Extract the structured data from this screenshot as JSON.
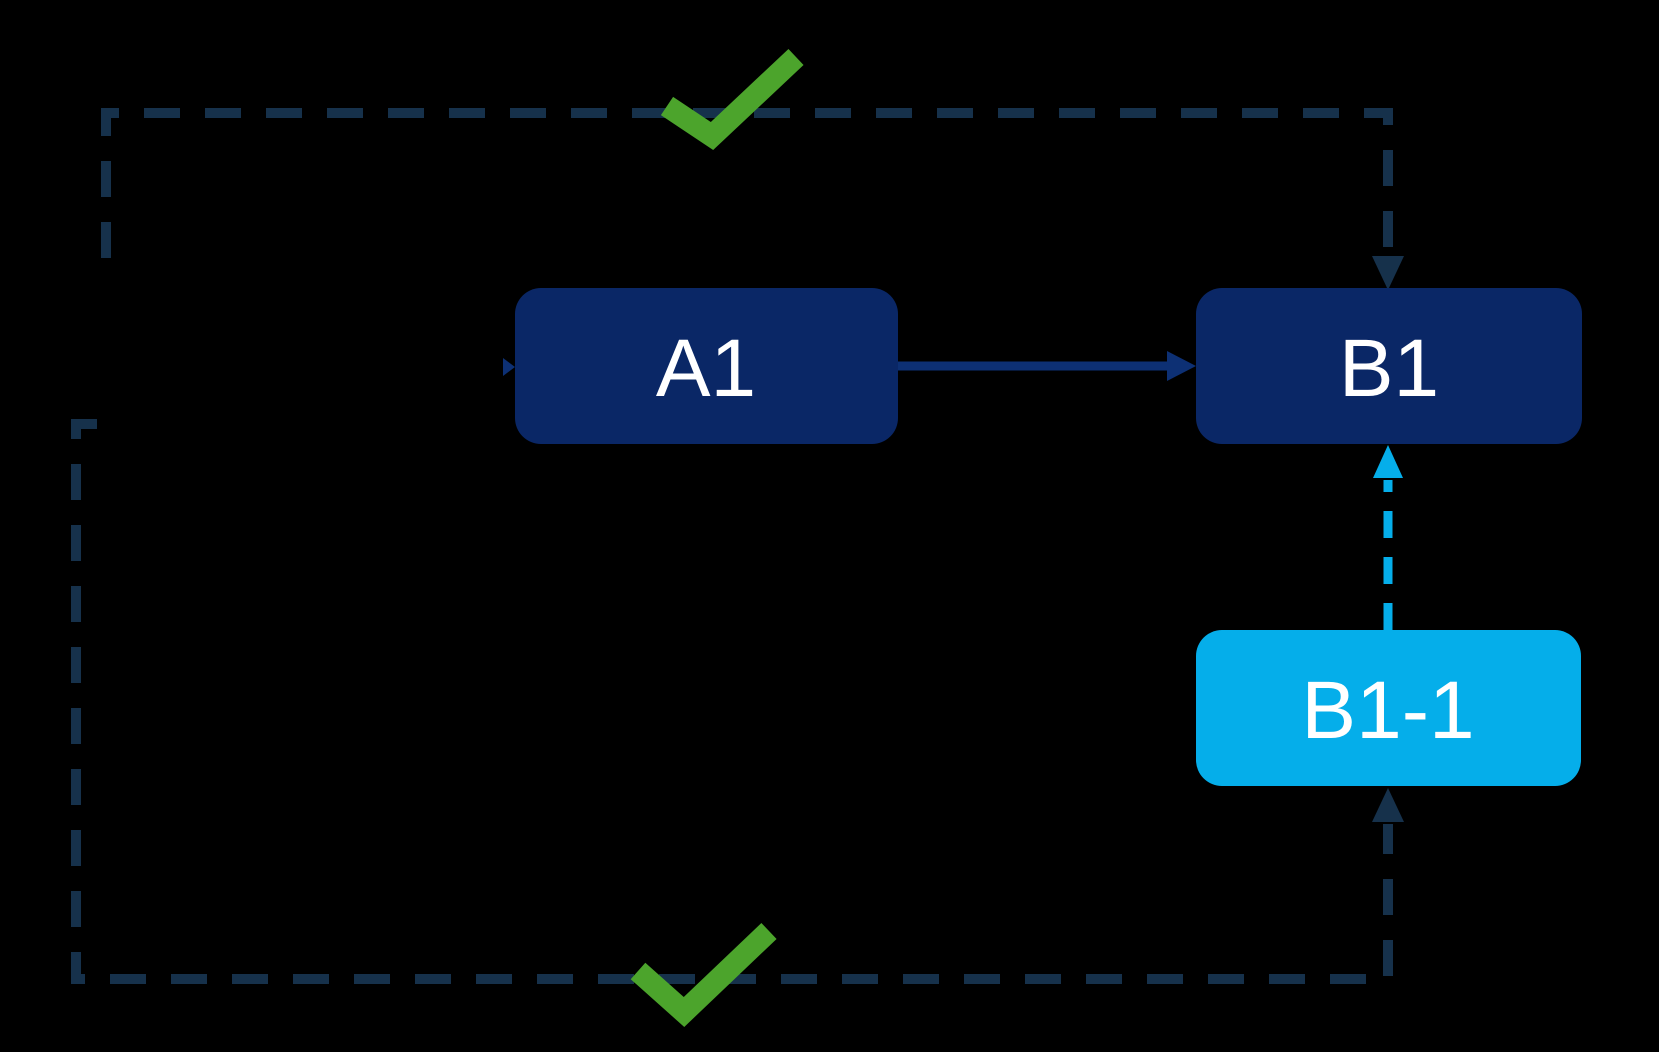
{
  "diagram": {
    "background": "#000000",
    "colors": {
      "node_navy": "#0A2766",
      "node_cyan": "#05AEEA",
      "dashed_loop": "#16314B",
      "solid_arrow": "#0D3074",
      "check_green": "#4CA42C",
      "label_text": "#FFFFFF"
    },
    "nodes": [
      {
        "id": "A1",
        "label": "A1",
        "variant": "navy"
      },
      {
        "id": "B1",
        "label": "B1",
        "variant": "navy"
      },
      {
        "id": "B1-1",
        "label": "B1-1",
        "variant": "cyan"
      }
    ],
    "connectors": [
      {
        "name": "a1-to-b1",
        "style": "solid-arrow",
        "from": "A1",
        "to": "B1"
      },
      {
        "name": "b1-1-to-b1",
        "style": "dashed-arrow",
        "from": "B1-1",
        "to": "B1"
      },
      {
        "name": "loop-top",
        "style": "dashed-arrow",
        "to": "B1",
        "badge": "check"
      },
      {
        "name": "loop-bottom",
        "style": "dashed-arrow",
        "to": "B1-1",
        "badge": "check"
      }
    ],
    "badges": [
      {
        "name": "checkmark-top",
        "icon": "checkmark-icon"
      },
      {
        "name": "checkmark-bottom",
        "icon": "checkmark-icon"
      }
    ]
  }
}
